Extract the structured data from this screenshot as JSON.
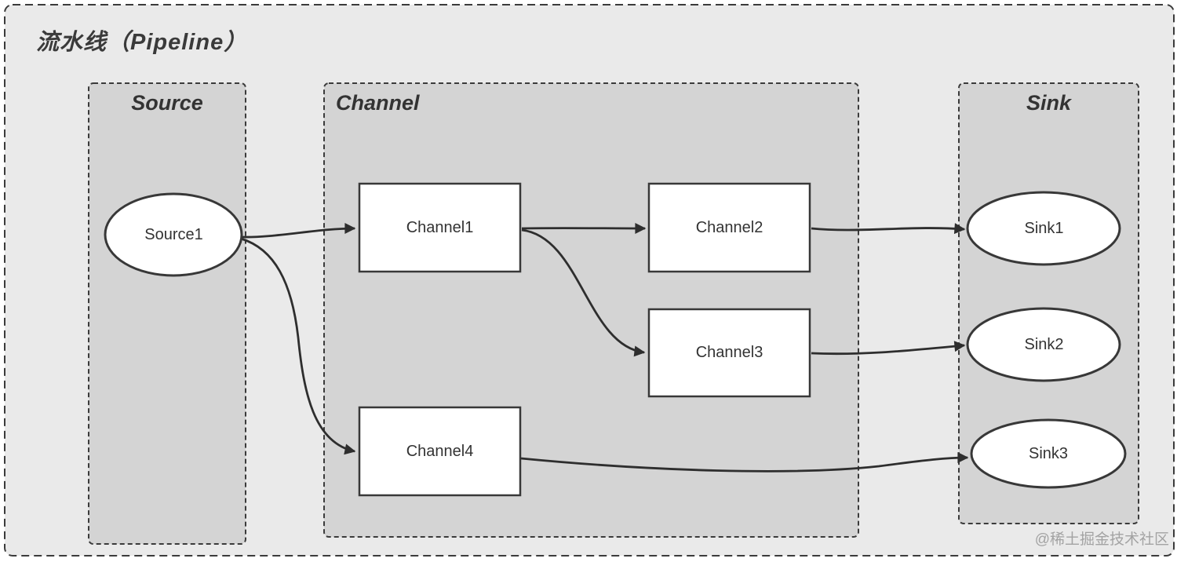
{
  "title": "流水线（Pipeline）",
  "sections": {
    "source": {
      "label": "Source"
    },
    "channel": {
      "label": "Channel"
    },
    "sink": {
      "label": "Sink"
    }
  },
  "nodes": {
    "source1": {
      "label": "Source1",
      "shape": "ellipse",
      "section": "source"
    },
    "channel1": {
      "label": "Channel1",
      "shape": "rect",
      "section": "channel"
    },
    "channel2": {
      "label": "Channel2",
      "shape": "rect",
      "section": "channel"
    },
    "channel3": {
      "label": "Channel3",
      "shape": "rect",
      "section": "channel"
    },
    "channel4": {
      "label": "Channel4",
      "shape": "rect",
      "section": "channel"
    },
    "sink1": {
      "label": "Sink1",
      "shape": "ellipse",
      "section": "sink"
    },
    "sink2": {
      "label": "Sink2",
      "shape": "ellipse",
      "section": "sink"
    },
    "sink3": {
      "label": "Sink3",
      "shape": "ellipse",
      "section": "sink"
    }
  },
  "edges": [
    {
      "from": "Source1",
      "to": "Channel1"
    },
    {
      "from": "Source1",
      "to": "Channel4"
    },
    {
      "from": "Channel1",
      "to": "Channel2"
    },
    {
      "from": "Channel1",
      "to": "Channel3"
    },
    {
      "from": "Channel2",
      "to": "Sink1"
    },
    {
      "from": "Channel3",
      "to": "Sink2"
    },
    {
      "from": "Channel4",
      "to": "Sink3"
    }
  ],
  "watermark": "@稀土掘金技术社区",
  "colors": {
    "page_bg": "#ffffff",
    "pipeline_bg": "#eaeaea",
    "section_bg": "#d4d4d4",
    "node_fill": "#ffffff",
    "border": "#3b3b3b",
    "arrow": "#2e2e2e",
    "text": "#333333",
    "watermark_text": "#a3a3a3"
  }
}
